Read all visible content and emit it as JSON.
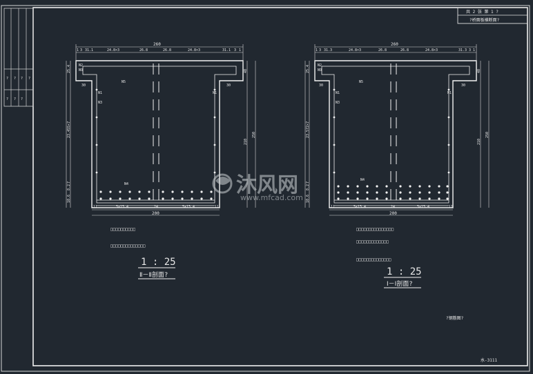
{
  "title_block": {
    "sheet_text": "共 2 张 第 1 ?",
    "drawing_title": "?桥面板横断面?"
  },
  "left_strip": {
    "col_texts": [
      "?",
      "?",
      "?",
      "?",
      "?",
      "?",
      "?"
    ]
  },
  "section_left": {
    "top_total": "260",
    "top_dims": [
      "1",
      "3",
      "31.1",
      "24.8×3",
      "26.8",
      "26.8",
      "24.8×3",
      "31.1",
      "3",
      "1"
    ],
    "left_dims": [
      "25.4",
      "23.455×7",
      "10.6",
      "8.2",
      "7"
    ],
    "right_dims": [
      "40",
      "210",
      "250"
    ],
    "bottom_dims": [
      "11",
      "5×15.4",
      "24",
      "5×15.4",
      "11"
    ],
    "bottom_total": "200",
    "side_30": "30",
    "bar_labels": [
      "N2",
      "N9",
      "N1",
      "N3",
      "N4",
      "N5",
      "N6"
    ],
    "legend_row1": "□□□□□□□□□□",
    "legend_row2": "□□□□□□□□□□□□□□",
    "scale": "1 : 25",
    "section_name": "Ⅱ－Ⅱ剖面?"
  },
  "section_right": {
    "top_total": "260",
    "top_dims": [
      "1",
      "3",
      "31.3",
      "24.8×3",
      "26.8",
      "26.8",
      "24.8×3",
      "31.3",
      "3",
      "1"
    ],
    "left_dims": [
      "25.4",
      "23.572×7",
      "10.6",
      "8.2",
      "7"
    ],
    "right_dims": [
      "40",
      "210",
      "250"
    ],
    "bottom_dims": [
      "11",
      "5×15.4",
      "24",
      "5×15.4",
      "11"
    ],
    "bottom_total": "200",
    "side_30": "30",
    "bar_labels": [
      "N2",
      "N9",
      "N1",
      "N3",
      "N4",
      "N5",
      "N6"
    ],
    "legend_row1": "□□□□□□□□□□□□□□□",
    "legend_row2": "□□□□□□□□□□□□□",
    "legend_row3": "□□□□□□□□□□□□□□",
    "scale": "1 : 25",
    "section_name": "Ⅰ－Ⅰ剖面?"
  },
  "note": "?钢筋图?",
  "drawing_number": "水-3111",
  "watermark": {
    "brand": "沐风网",
    "url": "www.mfcad.com"
  }
}
